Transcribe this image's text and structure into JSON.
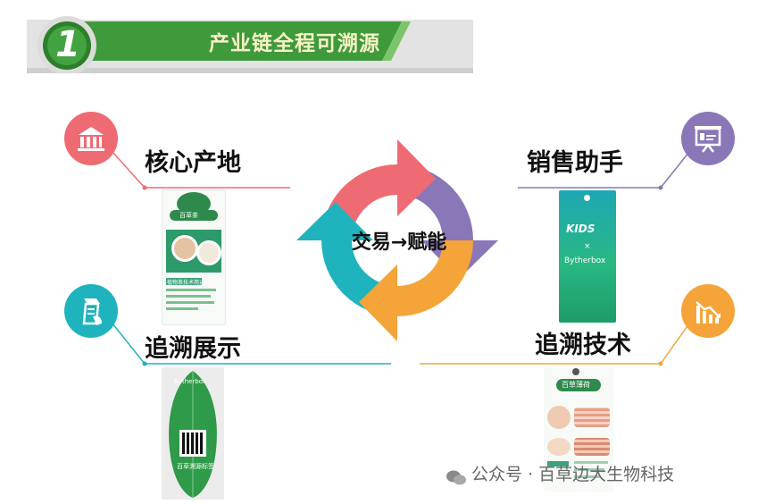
{
  "header": {
    "number": "1",
    "title": "产业链全程可溯源"
  },
  "cycle": {
    "center_label": "交易→赋能"
  },
  "quadrants": {
    "top_left": {
      "label": "核心产地",
      "icon": "bank-icon",
      "color": "#ee6b74"
    },
    "top_right": {
      "label": "销售助手",
      "icon": "presentation-board-icon",
      "color": "#8a77b8"
    },
    "bottom_left": {
      "label": "追溯展示",
      "icon": "document-hand-icon",
      "color": "#1fb3bd"
    },
    "bottom_right": {
      "label": "追溯技术",
      "icon": "chart-decline-icon",
      "color": "#f5a43a"
    }
  },
  "images": {
    "top_left_tag": {
      "title": "百草茶",
      "subtitle": "植物茶技术简述"
    },
    "top_right_tag": {
      "brand": "KIDS",
      "times": "×",
      "partner": "Bytherbox"
    },
    "bottom_left_leaf": {
      "brand": "Bytherbox",
      "caption": "百草溯源标签"
    },
    "bottom_right_tag": {
      "title": "百草薄荷"
    }
  },
  "watermark": {
    "text": "公众号 · 百草边大生物科技"
  },
  "colors": {
    "banner_green": "#3e9a3a",
    "banner_gray": "#e3e3e3",
    "title_text": "#f8f2c6"
  }
}
